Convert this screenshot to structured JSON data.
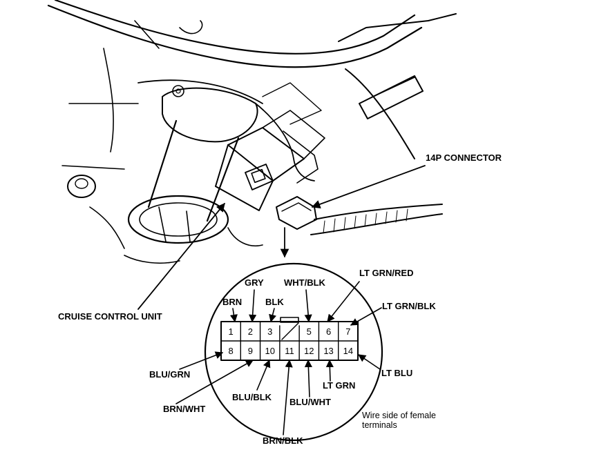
{
  "labels": {
    "connector": "14P CONNECTOR",
    "cruise_unit": "CRUISE CONTROL UNIT",
    "footnote_line1": "Wire side of female",
    "footnote_line2": "terminals"
  },
  "wires": {
    "brn": "BRN",
    "gry": "GRY",
    "blk": "BLK",
    "wht_blk": "WHT/BLK",
    "lt_grn_red": "LT GRN/RED",
    "lt_grn_blk": "LT GRN/BLK",
    "blu_grn": "BLU/GRN",
    "brn_wht": "BRN/WHT",
    "blu_blk": "BLU/BLK",
    "brn_blk": "BRN/BLK",
    "blu_wht": "BLU/WHT",
    "lt_grn": "LT GRN",
    "lt_blu": "LT BLU"
  },
  "pins": {
    "top": [
      "1",
      "2",
      "3",
      "",
      "5",
      "6",
      "7"
    ],
    "bottom": [
      "8",
      "9",
      "10",
      "11",
      "12",
      "13",
      "14"
    ]
  }
}
